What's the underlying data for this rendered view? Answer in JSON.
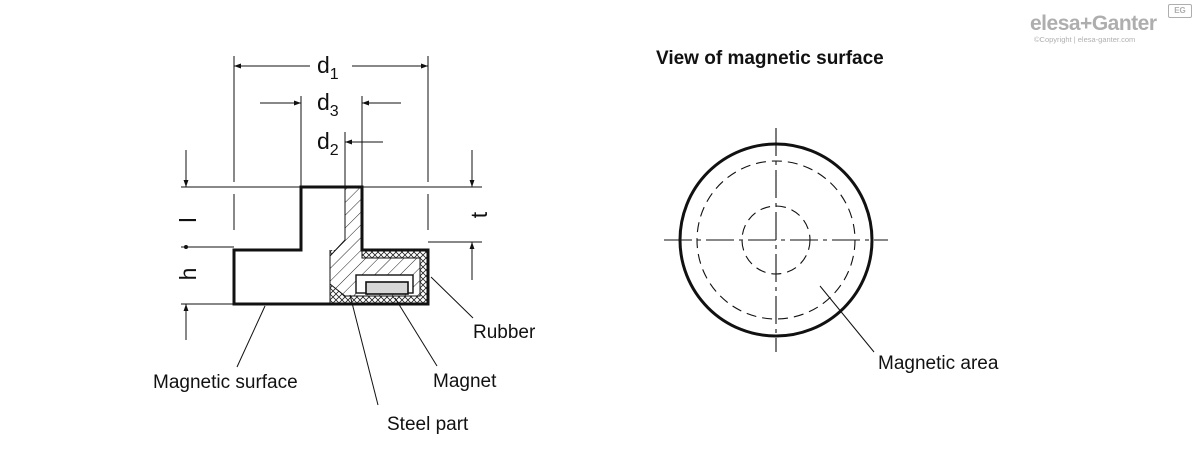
{
  "brand": {
    "logo_text": "elesa+Ganter",
    "badge": "EG",
    "copyright": "©Copyright | elesa-ganter.com",
    "colors": {
      "logo": "#aeaeae",
      "line": "#111111"
    }
  },
  "left_view": {
    "dimensions": {
      "d1": {
        "base": "d",
        "sub": "1"
      },
      "d3": {
        "base": "d",
        "sub": "3"
      },
      "d2": {
        "base": "d",
        "sub": "2"
      },
      "t": "t",
      "l": "l",
      "h": "h"
    },
    "labels": {
      "rubber": "Rubber",
      "magnet": "Magnet",
      "magnetic_surface": "Magnetic surface",
      "steel_part": "Steel part"
    }
  },
  "right_view": {
    "title": "View of magnetic surface",
    "labels": {
      "magnetic_area": "Magnetic area"
    }
  }
}
